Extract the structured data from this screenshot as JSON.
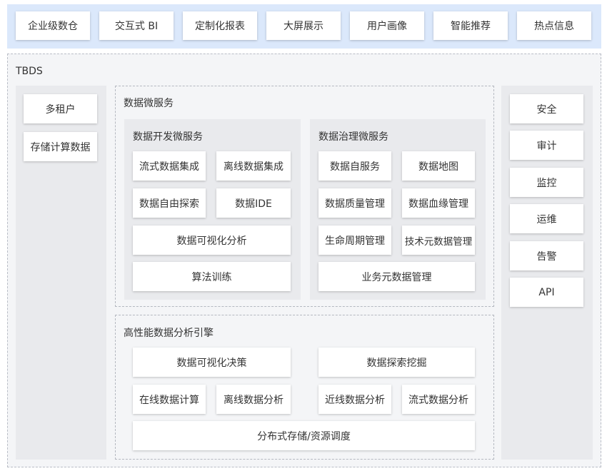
{
  "top_items": [
    "企业级数仓",
    "交互式 BI",
    "定制化报表",
    "大屏展示",
    "用户画像",
    "智能推荐",
    "热点信息"
  ],
  "platform": {
    "label": "TBDS"
  },
  "left_col": {
    "items": [
      "多租户",
      "存储计算数据"
    ]
  },
  "right_col": {
    "items": [
      "安全",
      "审计",
      "监控",
      "运维",
      "告警",
      "API"
    ]
  },
  "microservices": {
    "title": "数据微服务",
    "dev": {
      "title": "数据开发微服务",
      "items": [
        "流式数据集成",
        "离线数据集成",
        "数据自由探索",
        "数据IDE",
        "数据可视化分析",
        "算法训练"
      ]
    },
    "gov": {
      "title": "数据治理微服务",
      "items": [
        "数据自服务",
        "数据地图",
        "数据质量管理",
        "数据血缘管理",
        "生命周期管理",
        "技术元数据管理",
        "业务元数据管理"
      ]
    }
  },
  "engine": {
    "title": "高性能数据分析引擎",
    "items": [
      "数据可视化决策",
      "数据探索挖掘",
      "在线数据计算",
      "离线数据分析",
      "近线数据分析",
      "流式数据分析",
      "分布式存储/资源调度"
    ]
  }
}
